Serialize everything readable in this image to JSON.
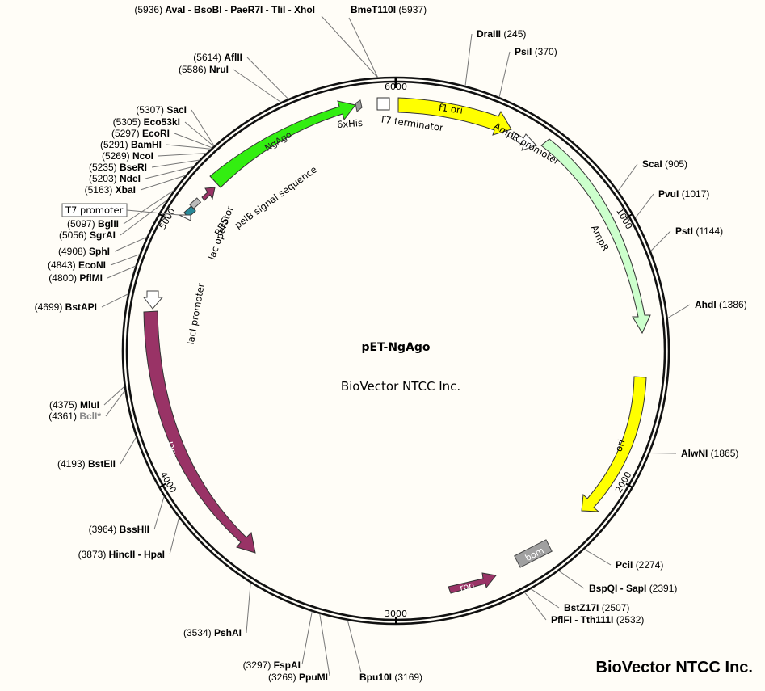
{
  "map": {
    "name": "pET-NgAgo",
    "company": "BioVector NTCC Inc.",
    "brand": "BioVector NTCC Inc."
  },
  "ticks": [
    {
      "label": "1000",
      "bp": 1000
    },
    {
      "label": "2000",
      "bp": 2000
    },
    {
      "label": "3000",
      "bp": 3000
    },
    {
      "label": "4000",
      "bp": 4000
    },
    {
      "label": "5000",
      "bp": 5000
    },
    {
      "label": "6000",
      "bp": 6000
    }
  ],
  "sites": [
    {
      "pos": "(5936)",
      "name": "AvaI - BsoBI - PaeR7I - TliI - XhoI",
      "bp": 5936
    },
    {
      "pos": "(5937)",
      "name": "BmeT110I",
      "bp": 5937
    },
    {
      "pos": "(245)",
      "name": "DraIII",
      "bp": 245
    },
    {
      "pos": "(370)",
      "name": "PsiI",
      "bp": 370
    },
    {
      "pos": "(905)",
      "name": "ScaI",
      "bp": 905
    },
    {
      "pos": "(1017)",
      "name": "PvuI",
      "bp": 1017
    },
    {
      "pos": "(1144)",
      "name": "PstI",
      "bp": 1144
    },
    {
      "pos": "(1386)",
      "name": "AhdI",
      "bp": 1386
    },
    {
      "pos": "(1865)",
      "name": "AlwNI",
      "bp": 1865
    },
    {
      "pos": "(2274)",
      "name": "PciI",
      "bp": 2274
    },
    {
      "pos": "(2391)",
      "name": "BspQI - SapI",
      "bp": 2391
    },
    {
      "pos": "(2507)",
      "name": "BstZ17I",
      "bp": 2507
    },
    {
      "pos": "(2532)",
      "name": "PflFI - Tth111I",
      "bp": 2532
    },
    {
      "pos": "(3169)",
      "name": "Bpu10I",
      "bp": 3169
    },
    {
      "pos": "(3269)",
      "name": "PpuMI",
      "bp": 3269
    },
    {
      "pos": "(3297)",
      "name": "FspAI",
      "bp": 3297
    },
    {
      "pos": "(3534)",
      "name": "PshAI",
      "bp": 3534
    },
    {
      "pos": "(3873)",
      "name": "HincII - HpaI",
      "bp": 3873
    },
    {
      "pos": "(3964)",
      "name": "BssHII",
      "bp": 3964
    },
    {
      "pos": "(4193)",
      "name": "BstEII",
      "bp": 4193
    },
    {
      "pos": "(4361)",
      "name": "BclI*",
      "bp": 4361,
      "gray": true
    },
    {
      "pos": "(4375)",
      "name": "MluI",
      "bp": 4375
    },
    {
      "pos": "(4699)",
      "name": "BstAPI",
      "bp": 4699
    },
    {
      "pos": "(4800)",
      "name": "PflMI",
      "bp": 4800
    },
    {
      "pos": "(4843)",
      "name": "EcoNI",
      "bp": 4843
    },
    {
      "pos": "(4908)",
      "name": "SphI",
      "bp": 4908
    },
    {
      "pos": "(5056)",
      "name": "SgrAI",
      "bp": 5056
    },
    {
      "pos": "(5097)",
      "name": "BglII",
      "bp": 5097
    },
    {
      "pos": "(5163)",
      "name": "XbaI",
      "bp": 5163
    },
    {
      "pos": "(5203)",
      "name": "NdeI",
      "bp": 5203
    },
    {
      "pos": "(5235)",
      "name": "BseRI",
      "bp": 5235
    },
    {
      "pos": "(5269)",
      "name": "NcoI",
      "bp": 5269
    },
    {
      "pos": "(5291)",
      "name": "BamHI",
      "bp": 5291
    },
    {
      "pos": "(5297)",
      "name": "EcoRI",
      "bp": 5297
    },
    {
      "pos": "(5305)",
      "name": "Eco53kI",
      "bp": 5305
    },
    {
      "pos": "(5307)",
      "name": "SacI",
      "bp": 5307
    },
    {
      "pos": "(5586)",
      "name": "NruI",
      "bp": 5586
    },
    {
      "pos": "(5614)",
      "name": "AflII",
      "bp": 5614
    }
  ],
  "features": {
    "f1_ori": "f1 ori",
    "t7_terminator": "T7 terminator",
    "his": "6xHis",
    "ngago": "NgAgo",
    "pelb": "pelB signal sequence",
    "rbs": "RBS",
    "lac_operator": "lac operator",
    "t7_promoter": "T7 promoter",
    "ampr_promoter": "AmpR promoter",
    "ampr": "AmpR",
    "ori": "ori",
    "bom": "bom",
    "rop": "rop",
    "laci": "lacI",
    "laci_promoter": "lacI promoter"
  },
  "colors": {
    "ngago": "#33ee11",
    "f1_ori": "#ffff00",
    "ori": "#ffff00",
    "ampr": "#ccffcc",
    "laci": "#993366",
    "rop": "#993366",
    "pelb": "#993366",
    "bom": "#a0a0a0",
    "lac_operator": "#2a8a99"
  }
}
